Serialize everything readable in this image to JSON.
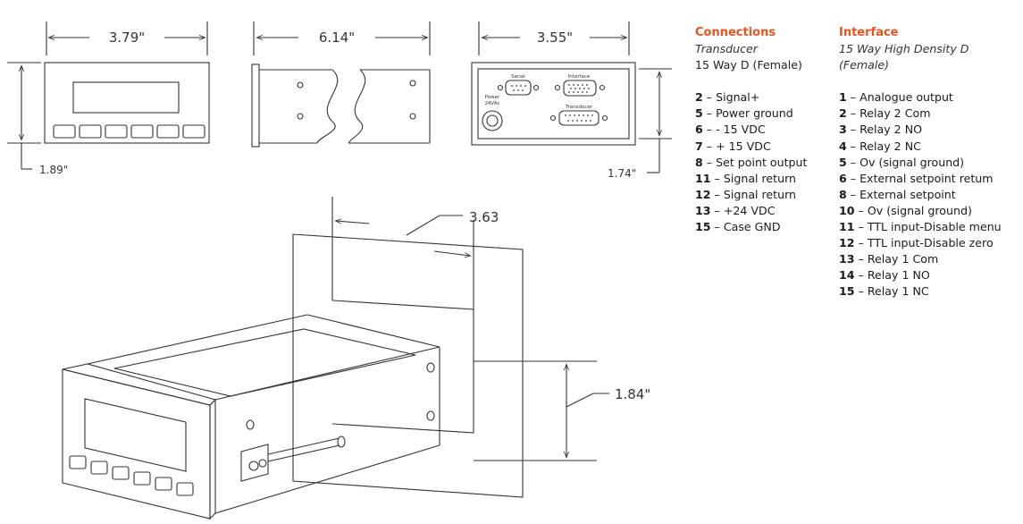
{
  "dimensions": {
    "front_width": "3.79\"",
    "front_height": "1.89\"",
    "side_depth": "6.14\"",
    "rear_width": "3.55\"",
    "rear_height": "1.74\"",
    "iso_cutout_width": "3.63",
    "iso_cutout_height": "1.84\""
  },
  "rear_panel": {
    "serial": "Serial",
    "interface": "Interface",
    "power": "Power",
    "power_voltage": "24VAc",
    "transducer": "Transducer"
  },
  "connections": {
    "title": "Connections",
    "subtitle": "Transducer",
    "type": "15 Way D (Female)",
    "pins": [
      {
        "pin": "2",
        "desc": "Signal+"
      },
      {
        "pin": "5",
        "desc": "Power ground"
      },
      {
        "pin": "6",
        "desc": "- 15 VDC"
      },
      {
        "pin": "7",
        "desc": "+ 15 VDC"
      },
      {
        "pin": "8",
        "desc": "Set point output"
      },
      {
        "pin": "11",
        "desc": "Signal return"
      },
      {
        "pin": "12",
        "desc": "Signal return"
      },
      {
        "pin": "13",
        "desc": "+24 VDC"
      },
      {
        "pin": "15",
        "desc": "Case GND"
      }
    ]
  },
  "interface": {
    "title": "Interface",
    "subtitle1": "15 Way High Density D",
    "subtitle2": "(Female)",
    "pins": [
      {
        "pin": "1",
        "desc": "Analogue output"
      },
      {
        "pin": "2",
        "desc": "Relay 2 Com"
      },
      {
        "pin": "3",
        "desc": "Relay 2 NO"
      },
      {
        "pin": "4",
        "desc": "Relay 2 NC"
      },
      {
        "pin": "5",
        "desc": "Ov (signal ground)"
      },
      {
        "pin": "6",
        "desc": "External setpoint retum"
      },
      {
        "pin": "8",
        "desc": "External setpoint"
      },
      {
        "pin": "10",
        "desc": "Ov (signal ground)"
      },
      {
        "pin": "11",
        "desc": "TTL input-Disable menu"
      },
      {
        "pin": "12",
        "desc": "TTL input-Disable zero"
      },
      {
        "pin": "13",
        "desc": "Relay 1 Com"
      },
      {
        "pin": "14",
        "desc": "Relay 1 NO"
      },
      {
        "pin": "15",
        "desc": "Relay 1 NC"
      }
    ]
  },
  "colors": {
    "accent": "#e8541f",
    "line": "#333333"
  }
}
